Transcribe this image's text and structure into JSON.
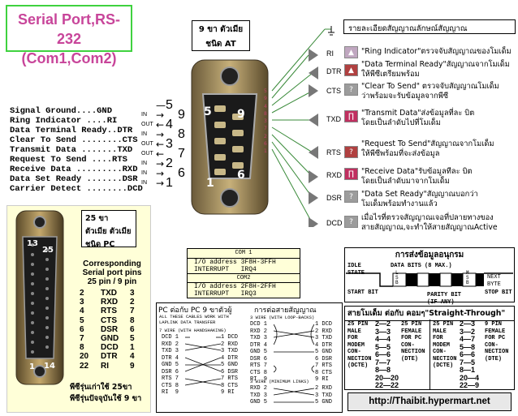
{
  "title": {
    "line1": "Serial Port,RS-232",
    "line2": "(Com1,Com2)"
  },
  "db9_header": {
    "line1": "9 ขา ตัวเมีย",
    "line2": "ชนิด AT"
  },
  "db9_pin_numbers": {
    "p5": "5",
    "p9": "9",
    "p6": "6",
    "p1": "1"
  },
  "db9_wire_numbers": [
    "5",
    "9",
    "4",
    "8",
    "3",
    "7",
    "2",
    "6",
    "1"
  ],
  "left_pins": [
    {
      "label": "Signal Ground....GND",
      "io": "",
      "arrow": "—",
      "num": "5"
    },
    {
      "label": "Ring Indicator ....RI",
      "io": "IN",
      "arrow": "→",
      "num": "9"
    },
    {
      "label": "Data Terminal Ready..DTR",
      "io": "OUT",
      "arrow": "←",
      "num": "4"
    },
    {
      "label": "Clear To Send ........CTS",
      "io": "IN",
      "arrow": "→",
      "num": "8"
    },
    {
      "label": "Transmit Data .......TXD",
      "io": "OUT",
      "arrow": "←",
      "num": "3"
    },
    {
      "label": "Request To Send ....RTS",
      "io": "OUT",
      "arrow": "←",
      "num": "7"
    },
    {
      "label": "Receive Data .........RXD",
      "io": "IN",
      "arrow": "→",
      "num": "2"
    },
    {
      "label": "Data Set Ready .......DSR",
      "io": "IN",
      "arrow": "→",
      "num": "6"
    },
    {
      "label": "Carrier Detect ........DCD",
      "io": "IN",
      "arrow": "→",
      "num": "1"
    }
  ],
  "legend_header": "รายละเอียดสัญญาณลักษณ์สัญญาณ",
  "signal_names": [
    "RI",
    "DTR",
    "CTS",
    "TXD",
    "RTS",
    "RXD",
    "DSR",
    "DCD"
  ],
  "signal_colors": {
    "RI": "#c0a7c0",
    "DTR": "#b04040",
    "CTS": "#9c9c9c",
    "TXD": "#c03060",
    "RTS": "#b04040",
    "RXD": "#c03060",
    "DSR": "#9c9c9c",
    "DCD": "#9c9c9c"
  },
  "legend": [
    {
      "l1": "\"Ring Indicator\"ตรวจจับสัญญาณของโมเด็ม",
      "l2": ""
    },
    {
      "l1": "\"Data Terminal Ready\"สัญญาณจากโมเด็ม",
      "l2": "ให้พีซีเตรียมพร้อม"
    },
    {
      "l1": "\"Clear To Send\" ตรวจจับสัญญาณโมเด็ม",
      "l2": "ว่าพร้อมจะรับข้อมูลจากพีซี"
    },
    {
      "l1": "\"Transmit Data\"ส่งข้อมูลที่ละ บิต",
      "l2": "โดยเป็นลำดับไปที่โมเด็ม"
    },
    {
      "l1": "\"Request To Send\"สัญญาณจากโมเด็ม",
      "l2": "ให้พีซีพร้อมที่จะส่งข้อมูล"
    },
    {
      "l1": "\"Receive Data\"รับข้อมูลทีละ บิต",
      "l2": "โดยเป็นลำดับมาจากโมเด็ม"
    },
    {
      "l1": "\"Data Set Ready\"สัญญาณบอกว่า",
      "l2": "โมเด็มพร้อมทำงานแล้ว"
    },
    {
      "l1": "เมื่อไรที่ตรวจสัญญาณเจอที่ปลายทางของ",
      "l2": "สายสัญญาณ,จะทำให้สายสัญญาณActive"
    }
  ],
  "db25_header": {
    "line1": "25 ขา",
    "line2": "ตัวเมีย ตัวเมีย",
    "line3": "ชนิด PC"
  },
  "db25_pin_labels": {
    "p13": "13",
    "p25": "25",
    "p1": "1",
    "p14": "14"
  },
  "corresponding": {
    "line1": "Corresponding",
    "line2": "Serial port pins",
    "line3": "25 pin / 9 pin"
  },
  "corr_rows": [
    [
      "2",
      "TXD",
      "3"
    ],
    [
      "3",
      "RXD",
      "2"
    ],
    [
      "4",
      "RTS",
      "7"
    ],
    [
      "5",
      "CTS",
      "8"
    ],
    [
      "6",
      "DSR",
      "6"
    ],
    [
      "7",
      "GND",
      "5"
    ],
    [
      "8",
      "DCD",
      "1"
    ],
    [
      "20",
      "DTR",
      "4"
    ],
    [
      "22",
      "RI",
      "9"
    ]
  ],
  "db25_notes": {
    "line1": "พีซีรุ่นเก่าใช้ 25ขา",
    "line2": "พีซีรุ่นปัจจุบันใช้ 9 ขา"
  },
  "com_table": {
    "com1": "COM 1",
    "com1_rows": [
      "I/O address 3F8H-3FFH",
      "INTERRUPT   IRQ4"
    ],
    "com2": "COM2",
    "com2_rows": [
      "I/O address 2F8H-2FFH",
      "INTERRUPT   IRQ3"
    ]
  },
  "byte_diagram": {
    "title": "การส่งข้อมูลอนุกรม",
    "idle": "IDLE\nSTATE",
    "data_bits": "DATA BITS (8 MAX.)",
    "lsb": "L\nS\nB",
    "msb": "M\nS\nB",
    "next_byte": "NEXT\nBYTE",
    "start_bit": "START BIT",
    "parity_bit": "PARITY BIT\n(IF ANY)",
    "stop_bit": "STOP BIT"
  },
  "pc9": {
    "title": "PC ต่อกับ PC 9 ขาตัวผู้",
    "note": "ALL THESE CABLES WORK WITH\nLAPLINK DATA TRANSFER",
    "title_right": "การต่อสายสัญญาณ",
    "hand_title": "7 WIRE (WITH HANDSHAKING)",
    "loop_title": "3 WIRE (WITH LOOP-BACKS)",
    "min_title": "3 WIRE (MINIMUM LINKS)",
    "hand_left": [
      "DCD 1",
      "RXD 2",
      "TXD 3",
      "DTR 4",
      "GND 5",
      "DSR 6",
      "RTS 7",
      "CTS 8",
      "RI  9"
    ],
    "hand_right": [
      "1 DCD",
      "2 RXD",
      "3 TXD",
      "4 DTR",
      "5 GND",
      "6 DSR",
      "7 RTS",
      "8 CTS",
      "9 RI"
    ],
    "loop_left": [
      "DCD 1",
      "RXD 2",
      "TXD 3",
      "DTR 4",
      "GND 5",
      "DSR 6",
      "RTS 7",
      "CTS 8",
      "RI  9"
    ],
    "loop_right": [
      "1 DCD",
      "2 RXD",
      "3 TXD",
      "4 DTR",
      "5 GND",
      "6 DSR",
      "7 RTS",
      "8 CTS",
      "9 RI"
    ],
    "min_left": [
      "RXD 2",
      "TXD 3",
      "GND 5"
    ],
    "min_right": [
      "2 RXD",
      "3 TXD",
      "5 GND"
    ]
  },
  "straight": {
    "title": "สายโมเด็ม ต่อกับ คอมๆ\"Straight-Through\"",
    "col1": "25 PIN\nMALE\nFOR\nMODEM\nCON-\nNECTION\n(DCTE)",
    "col2": "2—2\n3—3\n4—4\n5—5\n6—6\n7—7\n8—8\n20—20\n22—22",
    "col3": "25 PIN\nFEMALE\nFOR PC\nCON-\nNECTION\n(DTE)",
    "col4": "25 PIN\nMALE\nFOR\nMODEM\nCON-\nNECTION\n(DCTE)",
    "col5": "2—3\n3—2\n4—7\n5—8\n6—6\n7—5\n8—1\n20—4\n22—9",
    "col6": "9 PIN\nFEMALE\nFOR PC\nCON-\nNECTION\n(DTE)"
  },
  "url": "http://Thaibit.hypermart.net"
}
